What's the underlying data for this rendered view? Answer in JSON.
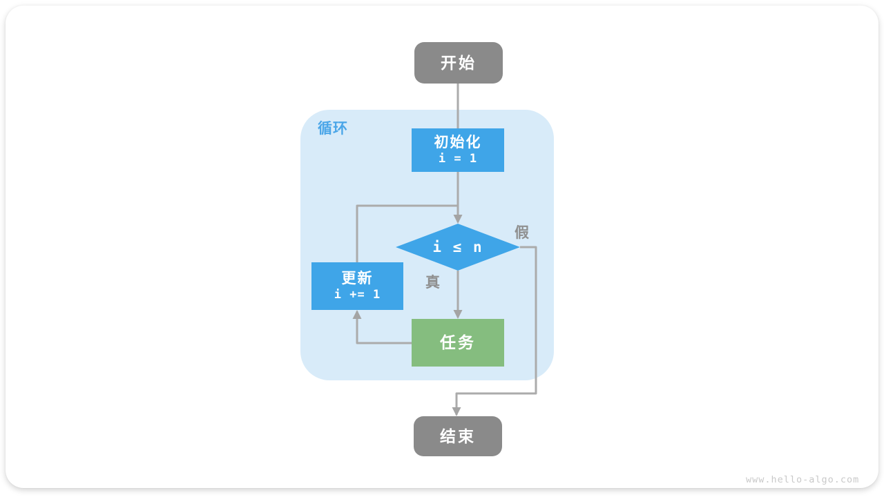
{
  "page": {
    "watermark": "www.hello-algo.com"
  },
  "diagram": {
    "loop_label": "循环",
    "nodes": {
      "start": {
        "label": "开始"
      },
      "init": {
        "title": "初始化",
        "code": "i = 1"
      },
      "cond": {
        "code": "i ≤ n"
      },
      "update": {
        "title": "更新",
        "code": "i += 1"
      },
      "task": {
        "label": "任务"
      },
      "end": {
        "label": "结束"
      }
    },
    "edge_labels": {
      "true_branch": "真",
      "false_branch": "假"
    },
    "colors": {
      "process_blue": "#3FA5E8",
      "process_green": "#85BD7F",
      "terminal_gray": "#8A8A8A",
      "loop_background": "#D8EBF9",
      "loop_label_blue": "#4BA6E8",
      "connector_gray": "#ABABAB",
      "edge_label_gray": "#8F8F8F",
      "watermark_gray": "#C9C9C9"
    }
  }
}
